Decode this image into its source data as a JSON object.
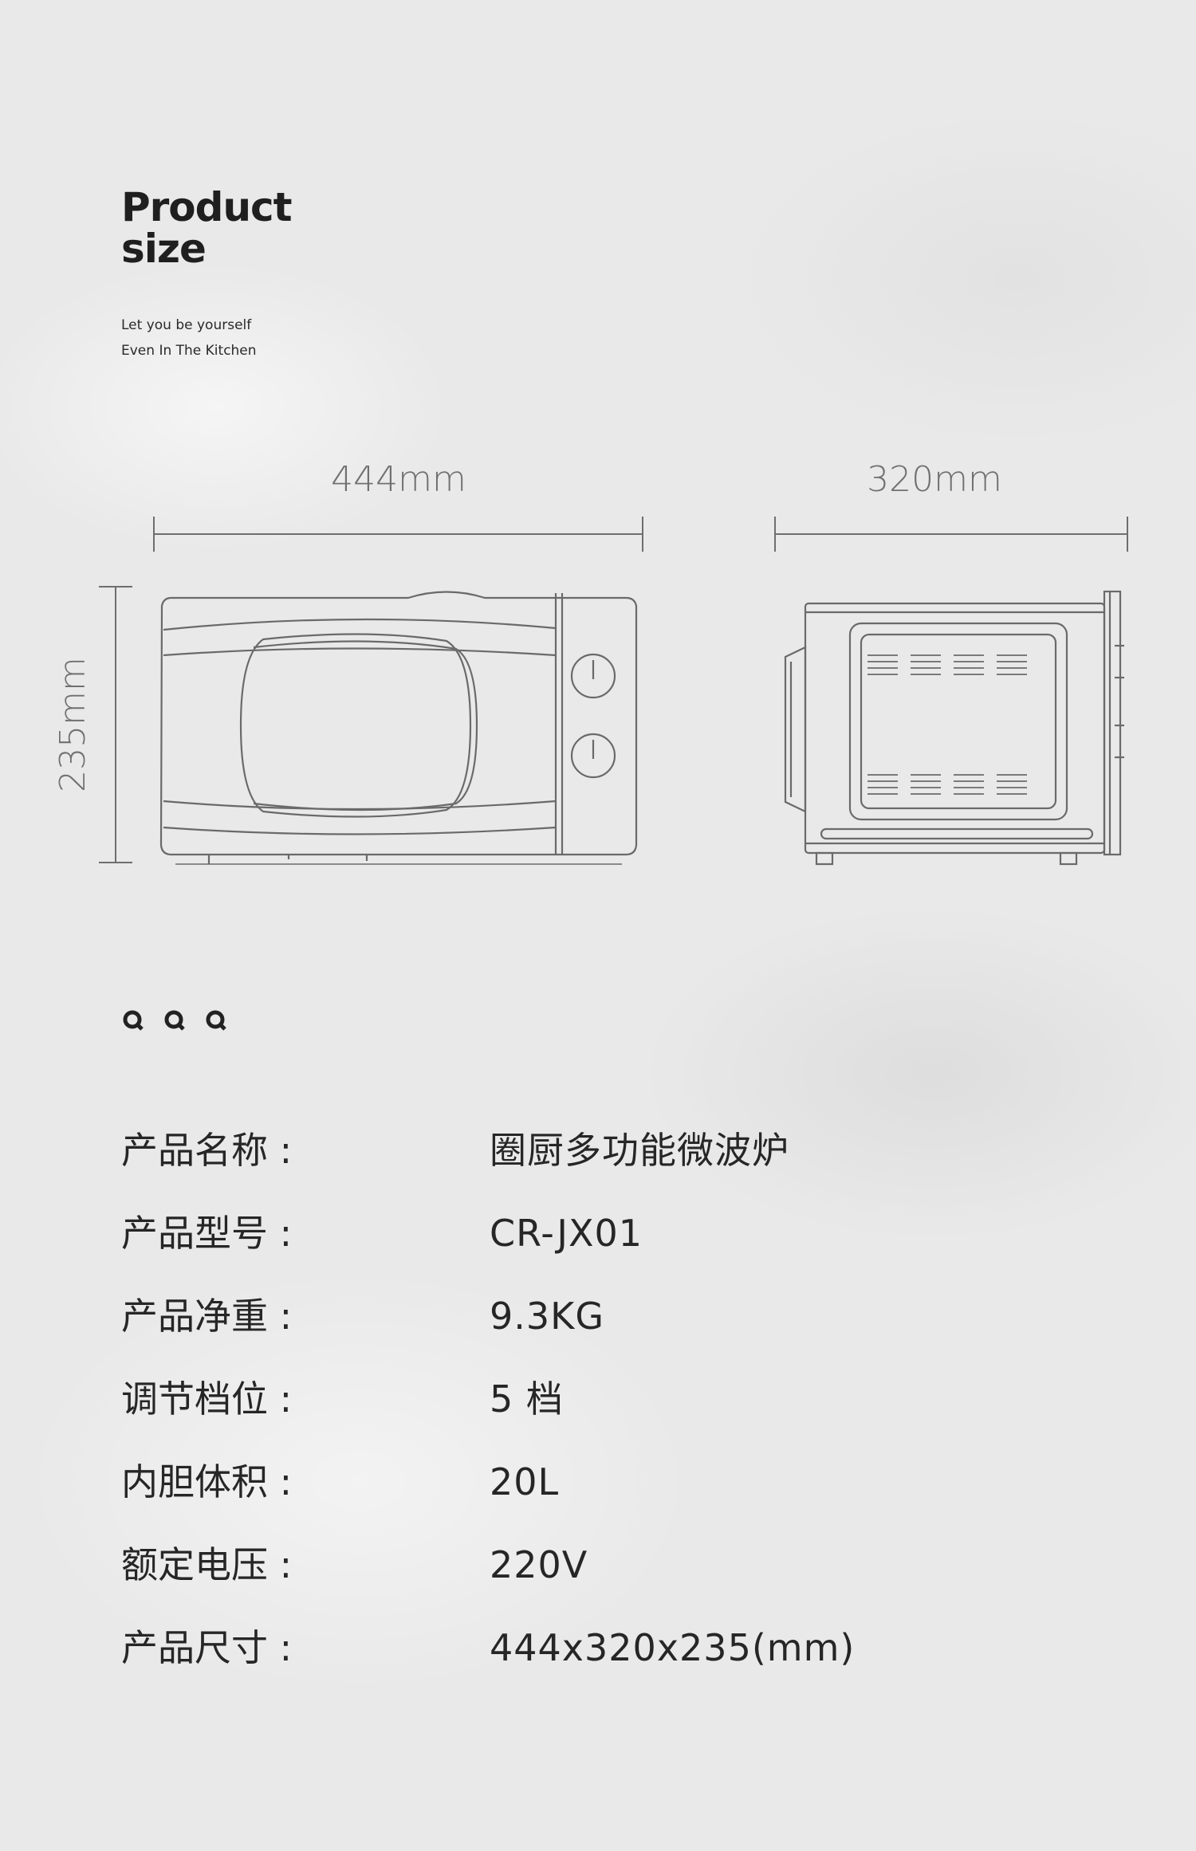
{
  "header": {
    "title_line1": "Product",
    "title_line2": "size",
    "subtitle_line1": "Let you be yourself",
    "subtitle_line2": "Even In The Kitchen"
  },
  "dimensions": {
    "width_label": "444mm",
    "depth_label": "320mm",
    "height_label": "235mm"
  },
  "icons": [
    "search-icon",
    "search-icon",
    "search-icon"
  ],
  "specs": [
    {
      "label": "产品名称 :",
      "value": "圈厨多功能微波炉"
    },
    {
      "label": "产品型号 :",
      "value": "CR-JX01"
    },
    {
      "label": "产品净重 :",
      "value": "9.3KG"
    },
    {
      "label": "调节档位 :",
      "value": "5 档"
    },
    {
      "label": "内胆体积 :",
      "value": "20L"
    },
    {
      "label": "额定电压 :",
      "value": "220V"
    },
    {
      "label": "产品尺寸 :",
      "value": "444x320x235(mm)"
    }
  ]
}
